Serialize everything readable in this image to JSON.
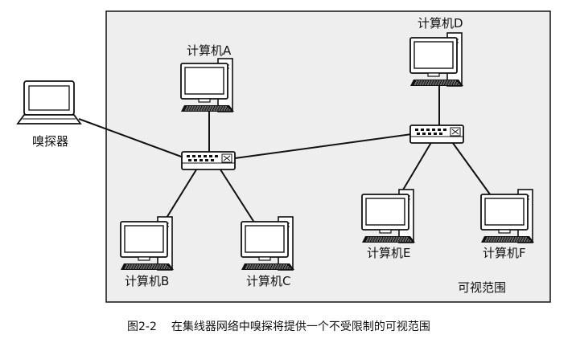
{
  "diagram": {
    "zone_label": "可视范围",
    "sniffer_label": "嗅探器",
    "computers": {
      "A": "计算机A",
      "B": "计算机B",
      "C": "计算机C",
      "D": "计算机D",
      "E": "计算机E",
      "F": "计算机F"
    },
    "hubs": [
      "hub-left",
      "hub-right"
    ]
  },
  "caption": {
    "number": "图2-2",
    "text": "在集线器网络中嗅探将提供一个不受限制的可视范围"
  },
  "colors": {
    "line": "#111111",
    "zone_fill": "#eeeeee",
    "screen": "#ffffff"
  }
}
